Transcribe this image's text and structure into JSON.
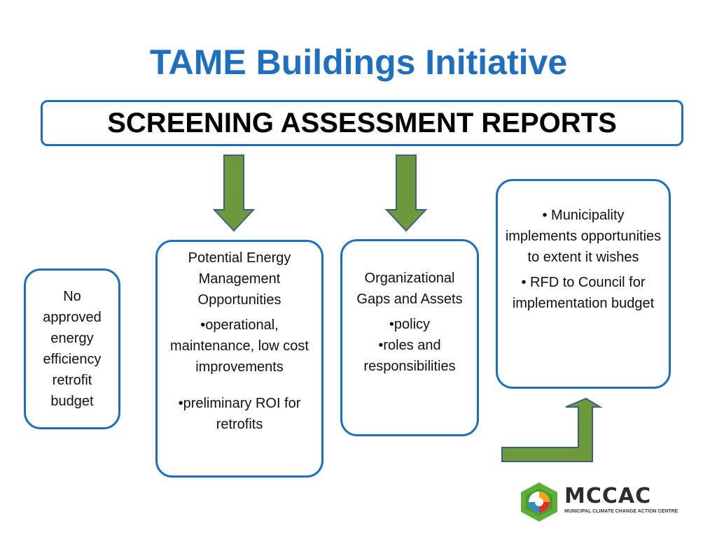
{
  "title": "TAME Buildings Initiative",
  "header": "SCREENING ASSESSMENT REPORTS",
  "box_no_budget": {
    "text": "No approved energy efficiency retrofit budget"
  },
  "box_energy": {
    "heading": "Potential Energy Management Opportunities",
    "bullet1": "•operational, maintenance, low cost improvements",
    "bullet2": "•preliminary  ROI for retrofits"
  },
  "box_org": {
    "heading": "Organizational Gaps and Assets",
    "bullet1": "•policy",
    "bullet2": "•roles and responsibilities"
  },
  "box_municipality": {
    "bullet1": "• Municipality implements opportunities to extent it wishes",
    "bullet2": "• RFD to Council for implementation budget"
  },
  "logo": {
    "word": "MCCAC",
    "tagline": "MUNICIPAL CLIMATE CHANGE ACTION CENTRE"
  },
  "colors": {
    "title_blue": "#1f6fc0",
    "arrow_fill": "#6f9a3b",
    "arrow_stroke": "#3d5f86"
  }
}
